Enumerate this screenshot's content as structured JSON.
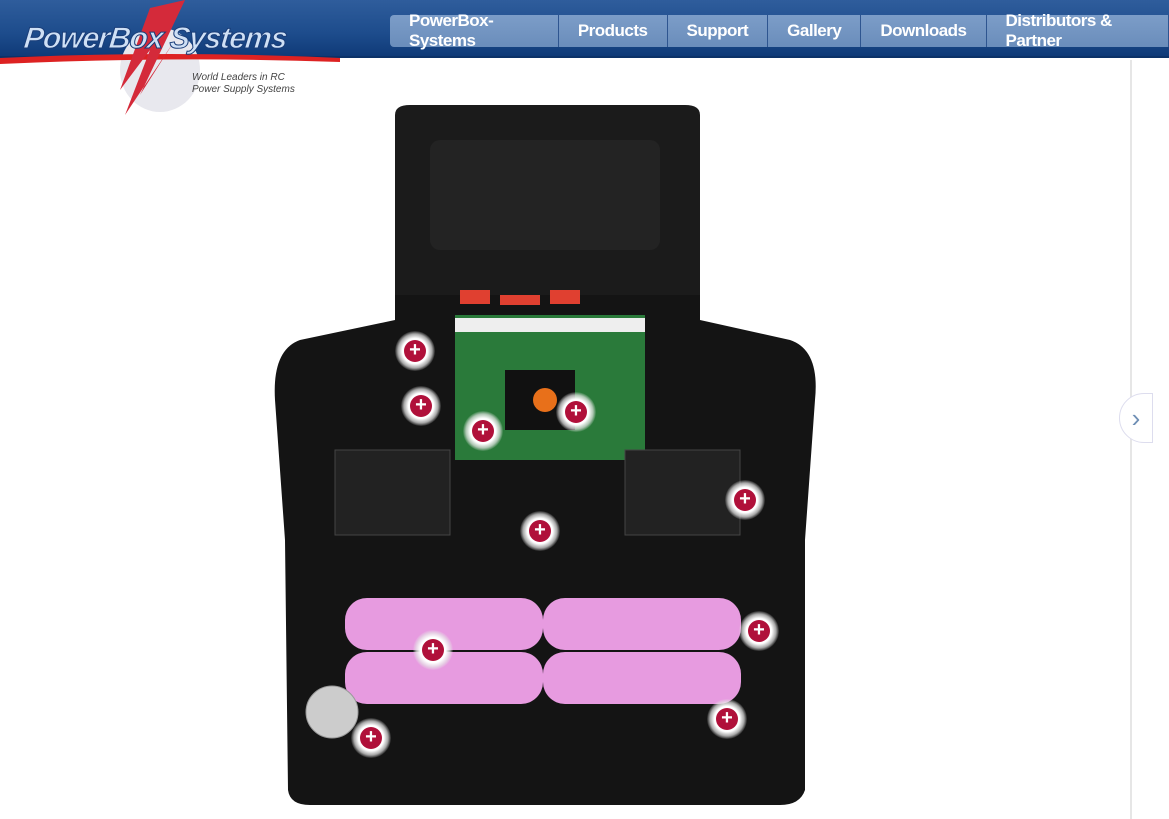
{
  "header": {
    "logo_text": "PowerBox Systems",
    "tagline_1": "World Leaders in RC",
    "tagline_2": "Power Supply Systems"
  },
  "nav": [
    "PowerBox-Systems",
    "Products",
    "Support",
    "Gallery",
    "Downloads",
    "Distributors & Partner"
  ],
  "gallery": {
    "hotspot_symbol": "+",
    "next_icon": "›",
    "hotspot_count": 10,
    "accent": "#b0103a",
    "battery_color": "#e79be0"
  }
}
